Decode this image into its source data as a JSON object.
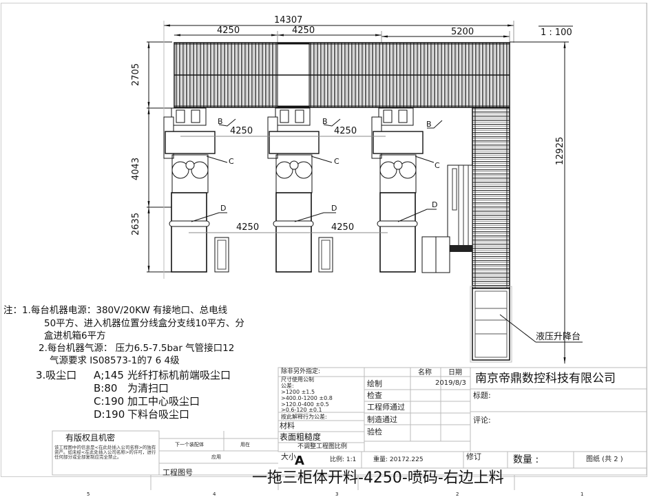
{
  "scale": "1 : 100",
  "dimensions": {
    "overall_width": "14307",
    "top_segments": [
      "4250",
      "4250",
      "5200"
    ],
    "left_heights": [
      "2705",
      "4043",
      "2635"
    ],
    "right_height": "12925",
    "machine_spacing_upper": [
      "4250",
      "4250"
    ],
    "machine_spacing_lower": [
      "4250",
      "4250"
    ]
  },
  "callouts": {
    "B": "B",
    "C": "C",
    "D": "D",
    "hydraulic_lift": "液压升降台"
  },
  "notes": {
    "prefix": "注：",
    "items": [
      "1.每台机器电源：380V/20KW 有接地口、总电线",
      "50平方、进入机器位置分线盒分支线10平方、分",
      "盒进机箱6平方",
      "2.每台机器气源： 压力6.5-7.5bar 气管接口12",
      "气源要求 IS08573-1的7 6 4级"
    ],
    "dust_title": "3.吸尘口",
    "dust_ports": [
      {
        "code": "A;145",
        "desc": "光纤打标机前端吸尘口"
      },
      {
        "code": "B:80",
        "desc": "为清扫口"
      },
      {
        "code": "C:190",
        "desc": "加工中心吸尘口"
      },
      {
        "code": "D:190",
        "desc": "下料台吸尘口"
      }
    ]
  },
  "title_block": {
    "tolerance": {
      "header": "除非另外指定:",
      "unit": "尺寸使用公制",
      "label": "公差:",
      "rows": [
        ">1200   ±1.5",
        ">400.0-1200  ±0.8",
        ">120.0-400   ±0.5",
        ">0.6-120     ±0.1"
      ],
      "interpret": "按此解释行为公差:",
      "material": "材料",
      "surface": "表面粗糙度",
      "no_scale": "不调整工程图比例"
    },
    "sign_header": {
      "name": "名称",
      "date": "日期"
    },
    "sign_rows": [
      {
        "label": "绘制",
        "date": "2019/8/3"
      },
      {
        "label": "检查",
        "date": ""
      },
      {
        "label": "工程师通过",
        "date": ""
      },
      {
        "label": "制造通过",
        "date": ""
      },
      {
        "label": "验检",
        "date": ""
      }
    ],
    "company": "南京帝鼎数控科技有限公司",
    "title_label": "标题:",
    "comment_label": "评论:",
    "copyright_title": "有版权且机密",
    "copyright_text": "该工程图中的信息是<在此处插入公司名称>的独有资产。如未经<在此处插入公司名称>的许可，进行任何部分或全部复制应完全禁止。",
    "next_assembly": "下一个装配体",
    "used_on": "用在",
    "application": "应用",
    "drawing_no_label": "工程图号",
    "size_label": "大小",
    "size_value": "A",
    "scale_label": "比例: 1:1",
    "weight_label": "重量: 20172.225",
    "revision_label": "修订",
    "quantity_label": "数量 :",
    "sheet_label": "图纸 (共 2 )",
    "drawing_title": "一拖三柜体开料-4250-喷码-右边上料"
  },
  "zone_numbers": [
    "5",
    "4",
    "3",
    "2",
    "1"
  ]
}
